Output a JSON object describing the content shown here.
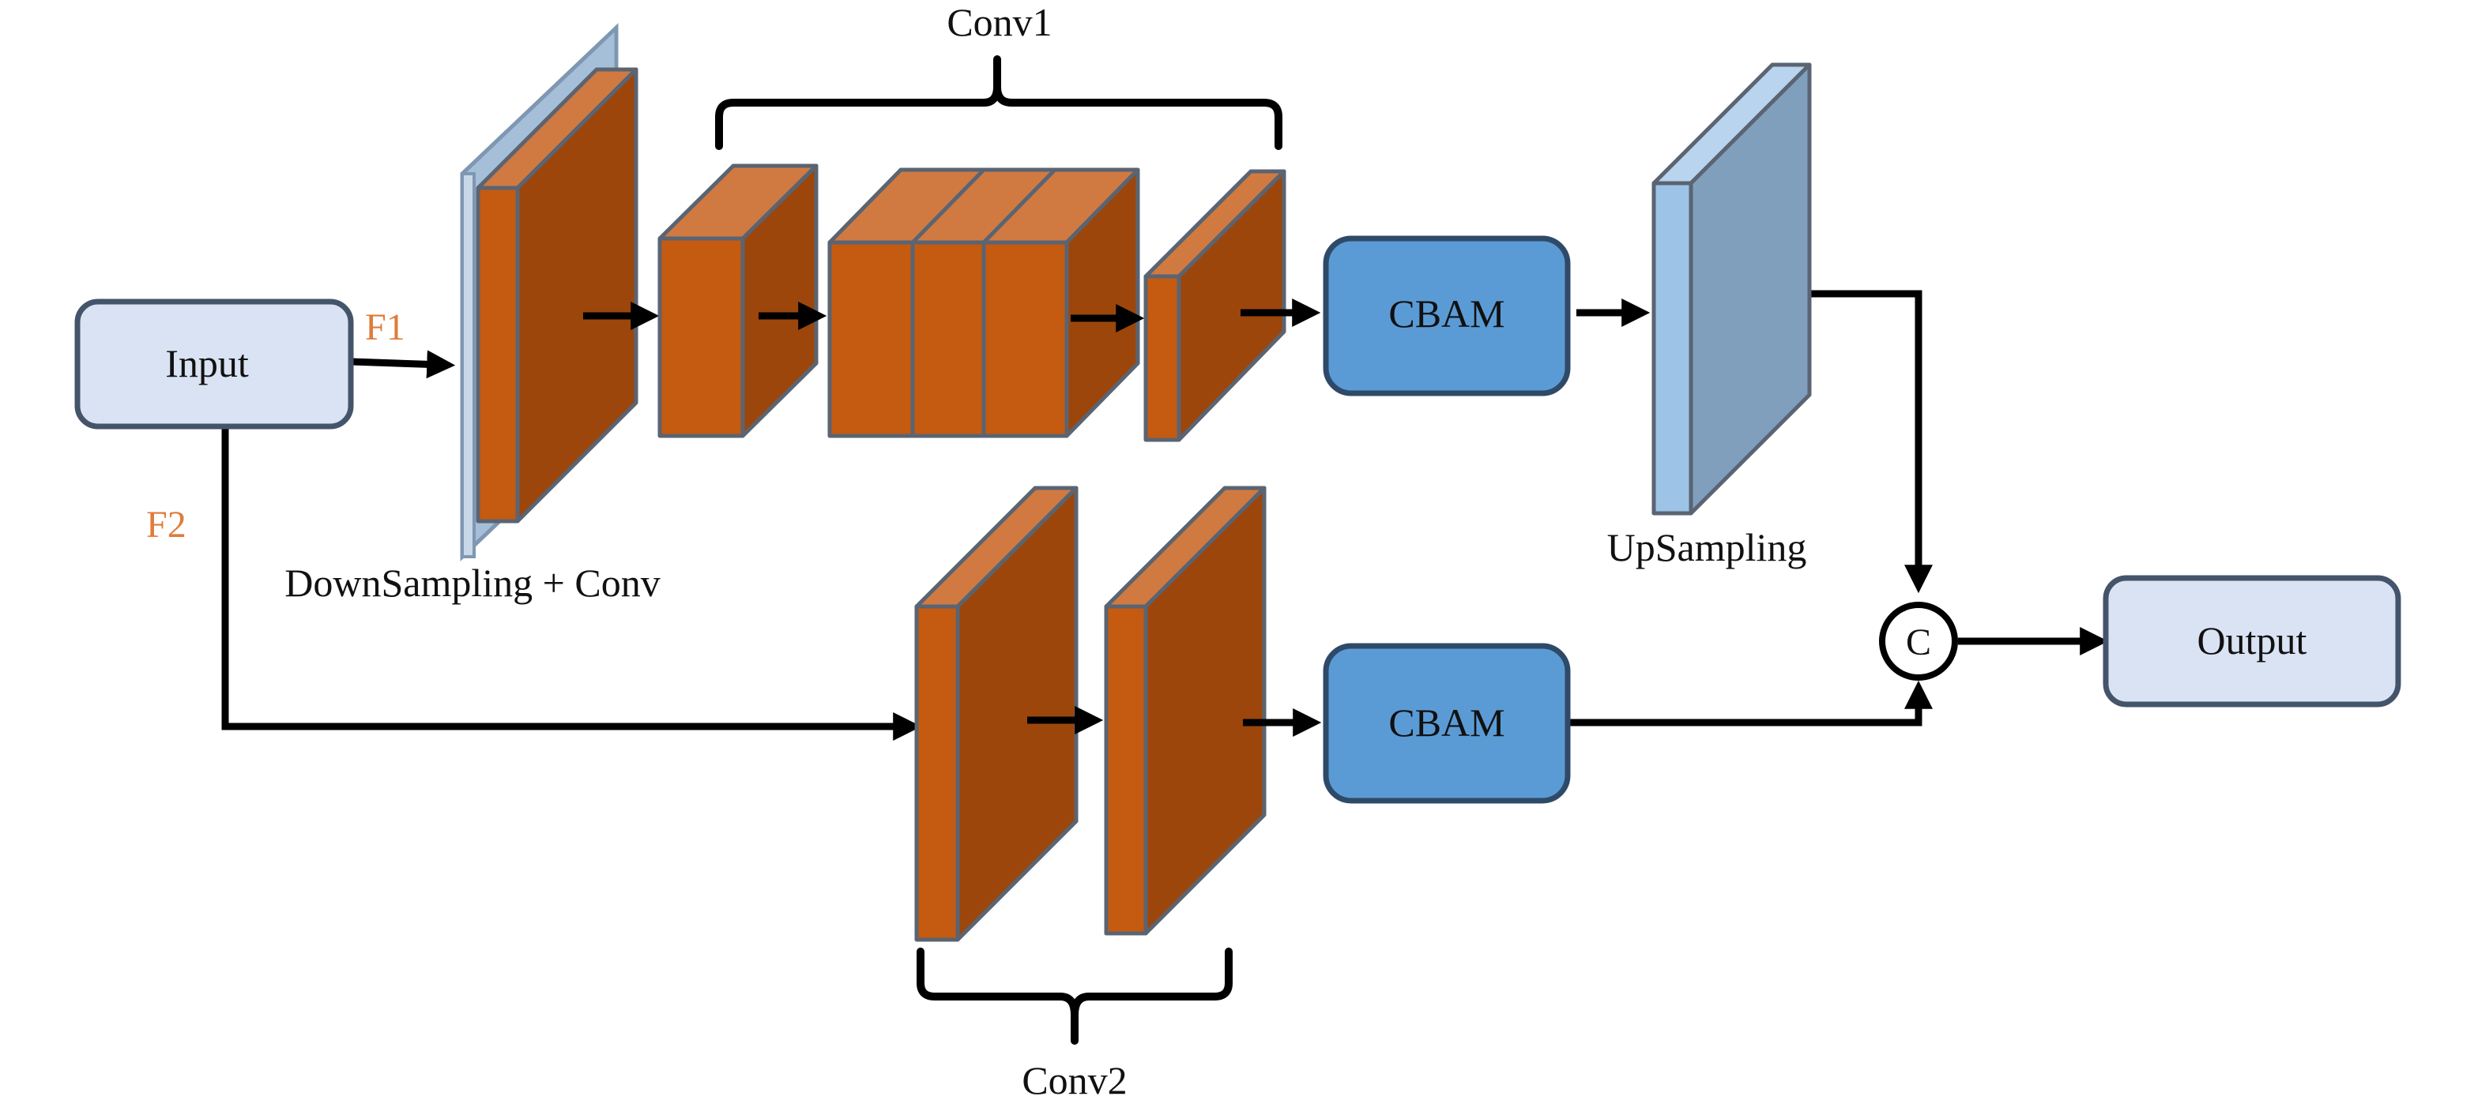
{
  "labels": {
    "input": "Input",
    "output": "Output",
    "cbam_top": "CBAM",
    "cbam_bottom": "CBAM",
    "downsampling": "DownSampling + Conv",
    "upsampling": "UpSampling",
    "conv1": "Conv1",
    "conv2": "Conv2",
    "f1": "F1",
    "f2": "F2",
    "concat": "C"
  },
  "colors": {
    "block_front": "#c55a11",
    "block_side": "#9c460c",
    "block_top": "#d07a42",
    "input_fill": "#dae3f3",
    "cbam_fill": "#5b9bd5",
    "up_front": "#9dc3e6",
    "up_side": "#7f9fbd",
    "down_back": "#a6bfd9",
    "f_label": "#e07b39",
    "edge": "#44546a"
  }
}
